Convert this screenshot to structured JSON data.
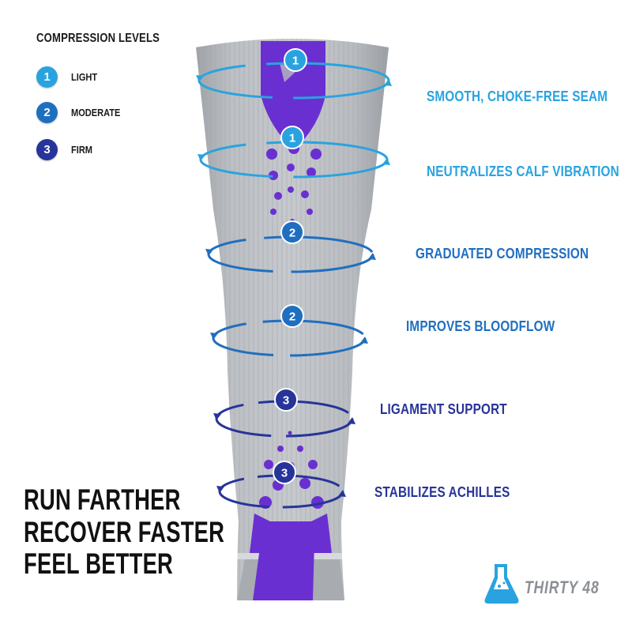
{
  "legend": {
    "title": "COMPRESSION LEVELS",
    "levels": [
      {
        "number": "1",
        "label": "LIGHT",
        "color": "#29a3e0"
      },
      {
        "number": "2",
        "label": "MODERATE",
        "color": "#1f6fc0"
      },
      {
        "number": "3",
        "label": "FIRM",
        "color": "#27349a"
      }
    ]
  },
  "rings": [
    {
      "level": "1",
      "color": "#29a3e0"
    },
    {
      "level": "1",
      "color": "#29a3e0"
    },
    {
      "level": "2",
      "color": "#1f6fc0"
    },
    {
      "level": "2",
      "color": "#1f6fc0"
    },
    {
      "level": "3",
      "color": "#27349a"
    },
    {
      "level": "3",
      "color": "#27349a"
    }
  ],
  "features": [
    {
      "text": "SMOOTH, CHOKE-FREE SEAM",
      "color": "#29a3e0"
    },
    {
      "text": "NEUTRALIZES CALF VIBRATION",
      "color": "#29a3e0"
    },
    {
      "text": "GRADUATED COMPRESSION",
      "color": "#1f6fc0"
    },
    {
      "text": "IMPROVES BLOODFLOW",
      "color": "#1f6fc0"
    },
    {
      "text": "LIGAMENT SUPPORT",
      "color": "#27349a"
    },
    {
      "text": "STABILIZES ACHILLES",
      "color": "#27349a"
    }
  ],
  "slogan": [
    "RUN FARTHER",
    "RECOVER FASTER",
    "FEEL BETTER"
  ],
  "brand": {
    "name": "THIRTY 48",
    "icon": "flask-icon"
  },
  "product": {
    "sleeve_color": "#b9bcc0",
    "accent_color": "#6a2fd1"
  }
}
